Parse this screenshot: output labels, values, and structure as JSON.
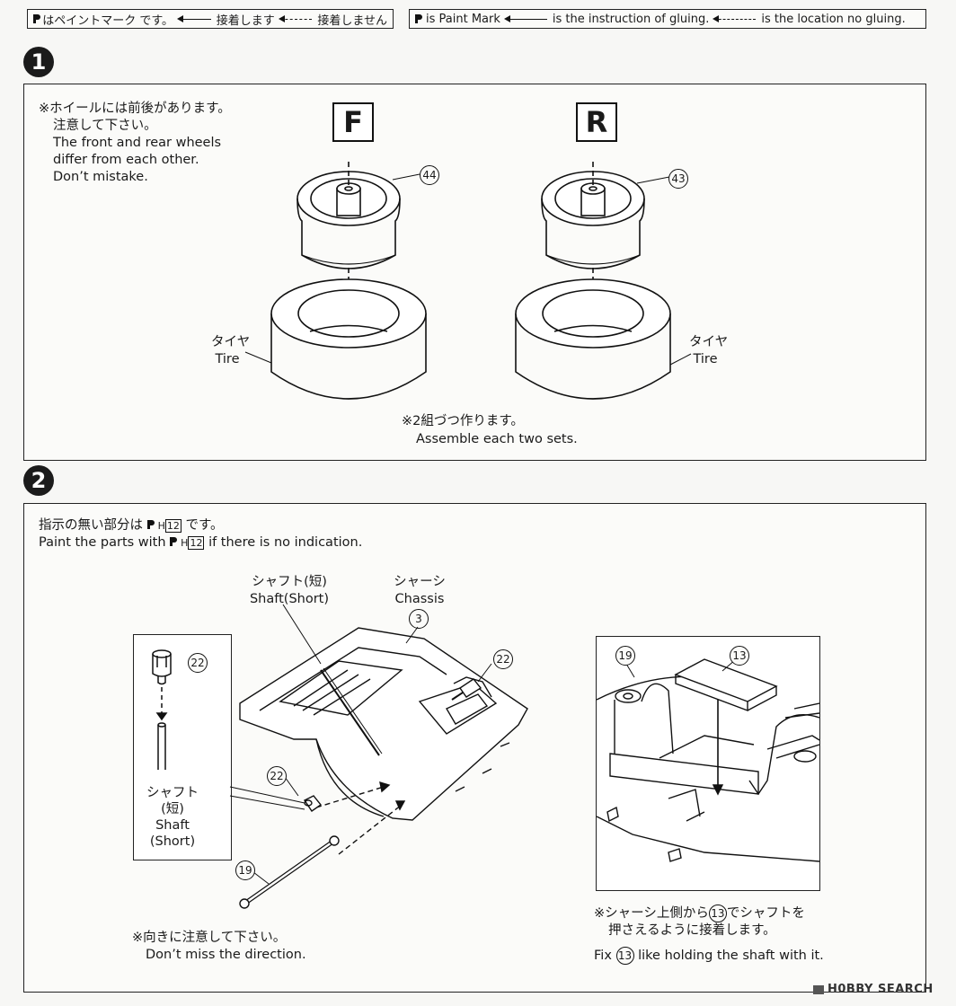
{
  "legend": {
    "jp": {
      "paint": "はペイントマーク です。",
      "glue": "接着します",
      "noglue": "接着しません"
    },
    "en": {
      "paint": "is Paint Mark",
      "glue": "is the instruction of gluing.",
      "noglue": "is the location no gluing."
    }
  },
  "step1": {
    "number": "1",
    "note_jp_1": "※ホイールには前後があります。",
    "note_jp_2": "注意して下さい。",
    "note_en_1": "The front and rear wheels",
    "note_en_2": "differ from each other.",
    "note_en_3": "Don’t mistake.",
    "front_letter": "F",
    "rear_letter": "R",
    "front_part": "44",
    "rear_part": "43",
    "tire_jp": "タイヤ",
    "tire_en": "Tire",
    "assemble_jp": "※2組づつ作ります。",
    "assemble_en": "Assemble each two sets."
  },
  "step2": {
    "number": "2",
    "paint_jp_a": "指示の無い部分は",
    "paint_jp_b": "です。",
    "paint_en_a": "Paint the parts with",
    "paint_en_b": "if there is no indication.",
    "paint_code_h": "H",
    "paint_code_num": "12",
    "shaft_jp": "シャフト(短)",
    "shaft_en": "Shaft(Short)",
    "chassis_jp": "シャーシ",
    "chassis_en": "Chassis",
    "part_chassis": "3",
    "part_22": "22",
    "part_19": "19",
    "part_13": "13",
    "inset_shaft_jp_1": "シャフト",
    "inset_shaft_jp_2": "(短)",
    "inset_shaft_en_1": "Shaft",
    "inset_shaft_en_2": "(Short)",
    "direction_jp": "※向きに注意して下さい。",
    "direction_en": "Don’t miss the direction.",
    "fix_jp_1": "※シャーシ上側から",
    "fix_jp_2": "でシャフトを",
    "fix_jp_3": "押さえるように接着します。",
    "fix_en_a": "Fix",
    "fix_en_b": "like holding the shaft with it."
  },
  "watermark": {
    "brand": "H0BBY SEARCH"
  }
}
